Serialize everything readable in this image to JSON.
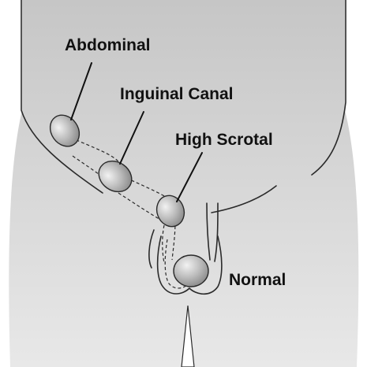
{
  "labels": {
    "abdominal": "Abdominal",
    "inguinal_canal": "Inguinal Canal",
    "high_scrotal": "High Scrotal",
    "normal": "Normal"
  },
  "colors": {
    "background": "#ffffff",
    "body_top": "#c6c6c6",
    "body_bottom": "#e6e6e6",
    "testis_light": "#efefef",
    "testis_dark": "#8e8e8e",
    "line": "#2a2a2a",
    "text": "#111111"
  }
}
